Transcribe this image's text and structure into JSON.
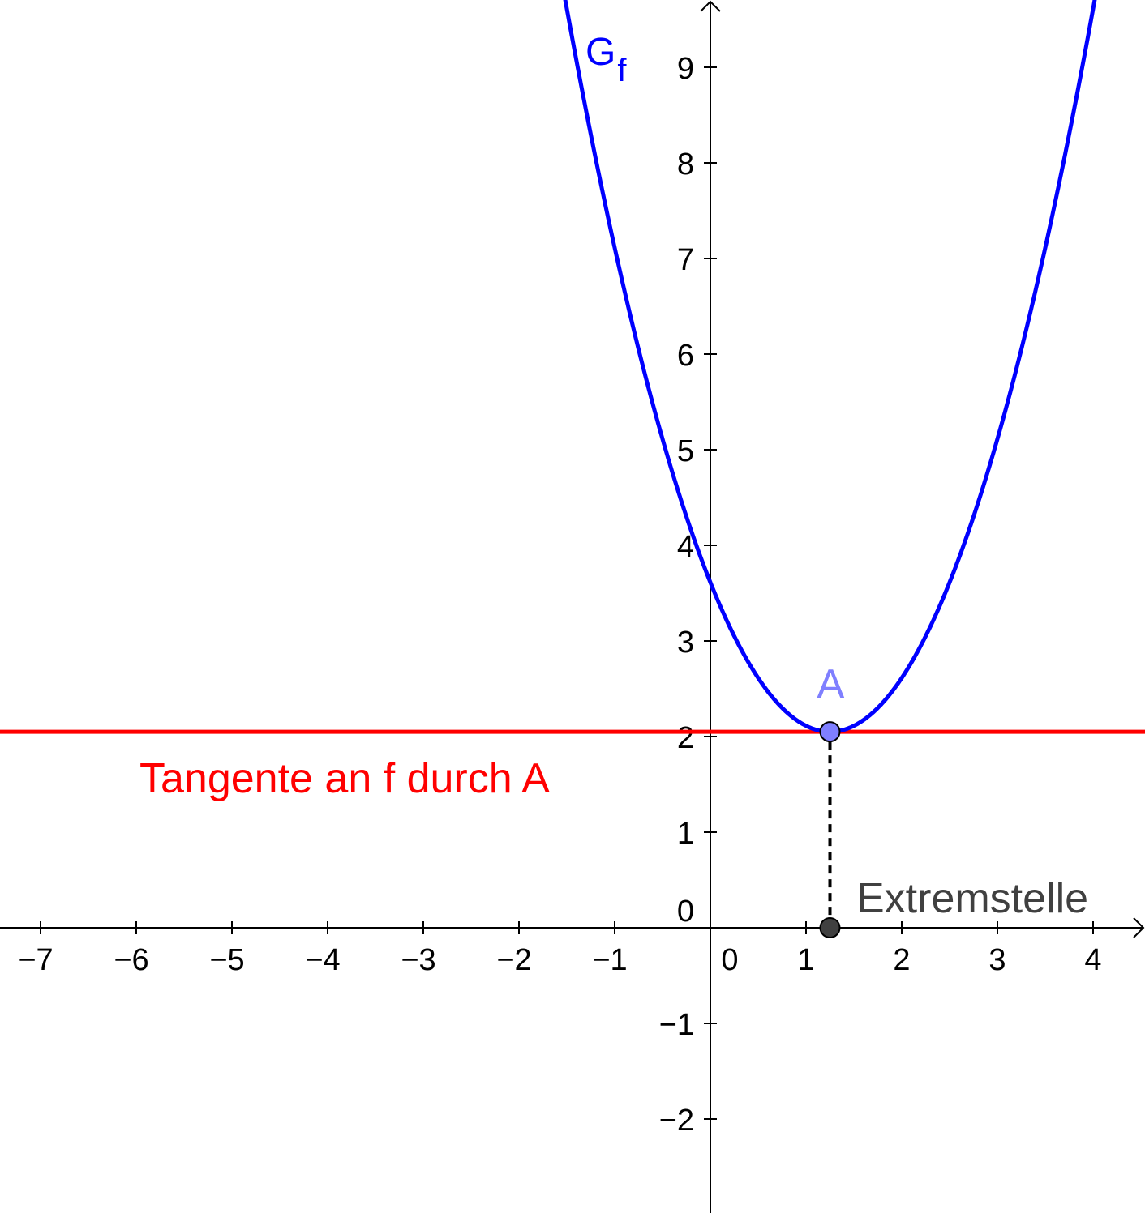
{
  "chart_data": {
    "type": "line",
    "x_axis": {
      "range": [
        -7.4,
        4.5
      ],
      "tick_values": [
        -7,
        -6,
        -5,
        -4,
        -3,
        -2,
        -1,
        0,
        1,
        2,
        3,
        4
      ],
      "tick_labels": [
        "−7",
        "−6",
        "−5",
        "−4",
        "−3",
        "−2",
        "−1",
        "0",
        "1",
        "2",
        "3",
        "4"
      ]
    },
    "y_axis": {
      "range": [
        -3,
        9.7
      ],
      "tick_values": [
        -2,
        -1,
        0,
        1,
        2,
        3,
        4,
        5,
        6,
        7,
        8,
        9
      ],
      "tick_labels": [
        "−2",
        "−1",
        "0",
        "1",
        "2",
        "3",
        "4",
        "5",
        "6",
        "7",
        "8",
        "9"
      ]
    },
    "grid": false,
    "series": [
      {
        "name": "G",
        "subscript": "f",
        "kind": "parabola",
        "vertex": [
          1.25,
          2.05
        ],
        "a": 1.0,
        "color": "#0000ff"
      },
      {
        "name": "Tangente an f durch A",
        "kind": "horizontal_line",
        "y": 2.05,
        "color": "#ff0000"
      },
      {
        "name": "",
        "kind": "dashed_segment",
        "from": [
          1.25,
          2.05
        ],
        "to": [
          1.25,
          0
        ],
        "color": "#000000"
      }
    ],
    "points": [
      {
        "label": "A",
        "x": 1.25,
        "y": 2.05,
        "fill": "#7f7fff",
        "label_color": "#7f7fff"
      },
      {
        "label": "Extremstelle",
        "x": 1.25,
        "y": 0,
        "fill": "#404040",
        "label_color": "#404040"
      }
    ]
  }
}
